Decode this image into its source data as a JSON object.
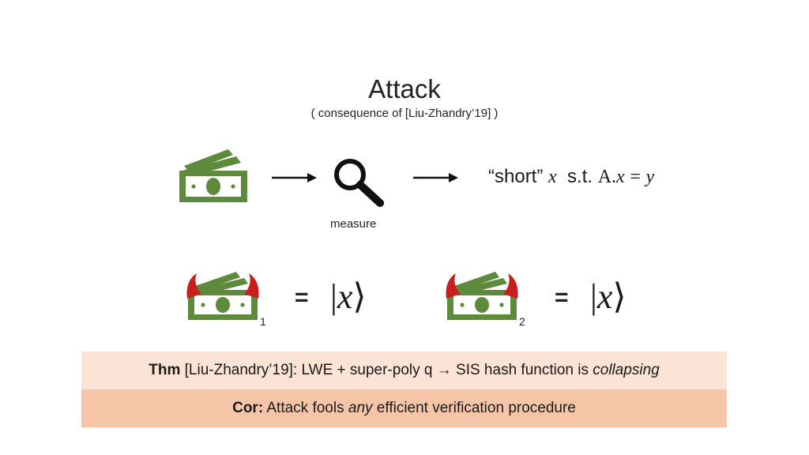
{
  "slide": {
    "title": "Attack",
    "subtitle": "( consequence of [Liu-Zhandry’19] )"
  },
  "flow": {
    "measure_label": "measure",
    "result": {
      "quote_short": "“short”",
      "x": "x",
      "st": "s.t.",
      "A": "A",
      "dot": ".",
      "x2": "x",
      "eq": "=",
      "y": "y"
    }
  },
  "equations": [
    {
      "equals": "=",
      "ket_var": "x",
      "subscript": "1"
    },
    {
      "equals": "=",
      "ket_var": "x",
      "subscript": "2"
    }
  ],
  "theorem": {
    "label": "Thm",
    "text_before_arrow": " [Liu-Zhandry’19]: LWE + super-poly q ",
    "arrow": "→",
    "text_after_arrow": " SIS hash function is ",
    "emph": "collapsing"
  },
  "corollary": {
    "label": "Cor:",
    "text_before": " Attack fools ",
    "emph": "any",
    "text_after": " efficient verification procedure"
  },
  "icons": {
    "money": "money-bills-icon",
    "devil_money": "devil-money-bills-icon",
    "magnifier": "magnifying-glass-icon",
    "arrow": "right-arrow-icon"
  },
  "colors": {
    "money_green": "#5e8a3c",
    "horn_red": "#c81e1e",
    "thm_bg": "#fbe3d6",
    "cor_bg": "#f6c5a8"
  }
}
